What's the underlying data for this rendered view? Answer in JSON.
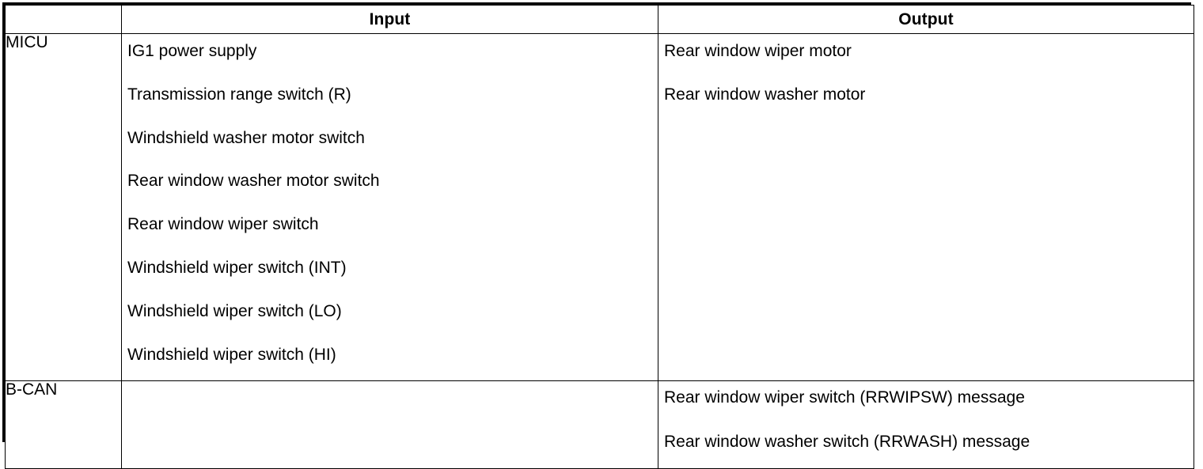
{
  "table": {
    "columns": [
      {
        "key": "module",
        "header": ""
      },
      {
        "key": "input",
        "header": "Input"
      },
      {
        "key": "output",
        "header": "Output"
      }
    ],
    "rows": [
      {
        "module": "MICU",
        "input": [
          "IG1 power supply",
          "Transmission range switch (R)",
          "Windshield washer motor switch",
          "Rear window washer motor switch",
          "Rear window wiper switch",
          "Windshield wiper switch (INT)",
          "Windshield wiper switch (LO)",
          "Windshield wiper switch (HI)"
        ],
        "output": [
          "Rear window wiper motor",
          "Rear window washer motor"
        ]
      },
      {
        "module": "B-CAN",
        "input": [],
        "output": [
          "Rear window wiper switch (RRWIPSW) message",
          "Rear window washer switch (RRWASH) message"
        ]
      }
    ]
  },
  "colors": {
    "border": "#000000",
    "text": "#000000",
    "background": "#ffffff"
  }
}
